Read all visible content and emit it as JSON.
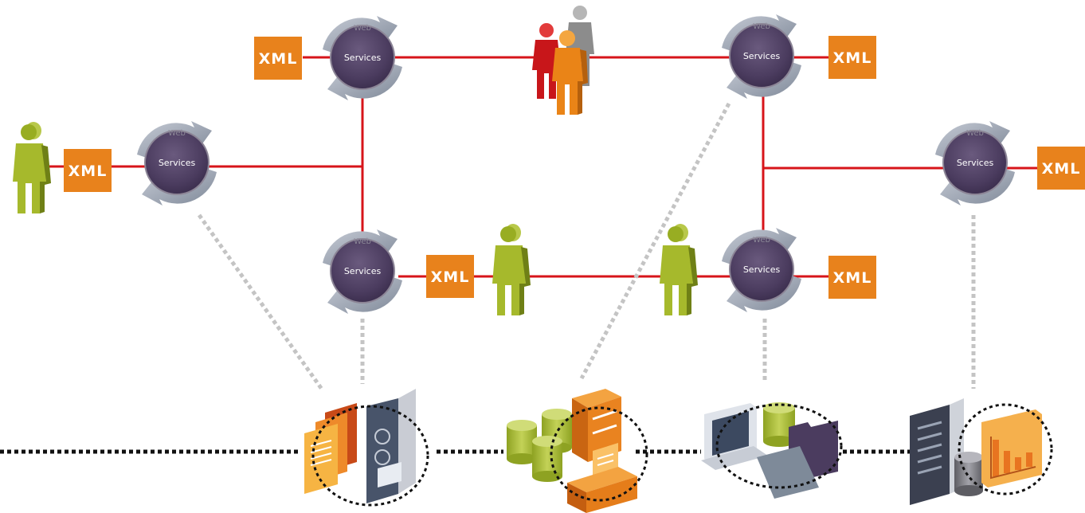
{
  "labels": {
    "web": "Web",
    "services": "Services",
    "xml": "XML"
  },
  "colors": {
    "connector": "#d7141a",
    "dotted_gray": "#c4c4c4",
    "xml_box": "#e8821c",
    "service_circle": "#4a3a5e",
    "arrow_ring": "#9aa4b2",
    "person_green": "#94a821",
    "person_red": "#d11f1f",
    "person_orange": "#ee8c1e",
    "person_gray": "#8a8a8a"
  },
  "services": [
    {
      "id": "top-left"
    },
    {
      "id": "top-right"
    },
    {
      "id": "left"
    },
    {
      "id": "right"
    },
    {
      "id": "bottom-left"
    },
    {
      "id": "bottom-right"
    }
  ],
  "xml_boxes": [
    {
      "id": "xml-top-left"
    },
    {
      "id": "xml-top-right"
    },
    {
      "id": "xml-left"
    },
    {
      "id": "xml-right"
    },
    {
      "id": "xml-bottom-left"
    },
    {
      "id": "xml-bottom-right"
    }
  ],
  "people": [
    {
      "id": "person-left",
      "color": "green"
    },
    {
      "id": "person-bottom-center",
      "color": "green"
    },
    {
      "id": "person-bottom-right",
      "color": "green"
    },
    {
      "id": "group-top",
      "color": "mixed"
    }
  ],
  "resource_clusters": [
    {
      "id": "documents-server",
      "icons": [
        "document-stack-icon",
        "server-tower-icon"
      ]
    },
    {
      "id": "databases-server",
      "icons": [
        "database-icon",
        "server-icon",
        "document-icon"
      ]
    },
    {
      "id": "workstation-folders",
      "icons": [
        "monitor-icon",
        "database-icon",
        "folder-icon"
      ]
    },
    {
      "id": "rack-reports",
      "icons": [
        "server-rack-icon",
        "database-icon",
        "bar-chart-icon"
      ]
    }
  ]
}
